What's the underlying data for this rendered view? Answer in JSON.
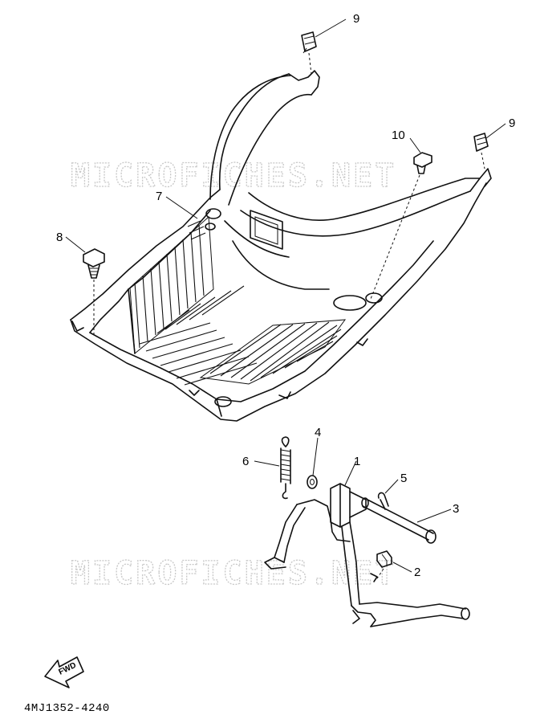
{
  "diagram": {
    "watermark_text": "MICROFICHES.NET",
    "part_code": "4MJ1352-4240",
    "forward_label": "FWD",
    "callouts": [
      "1",
      "2",
      "3",
      "4",
      "5",
      "6",
      "7",
      "8",
      "9",
      "9",
      "10"
    ]
  }
}
